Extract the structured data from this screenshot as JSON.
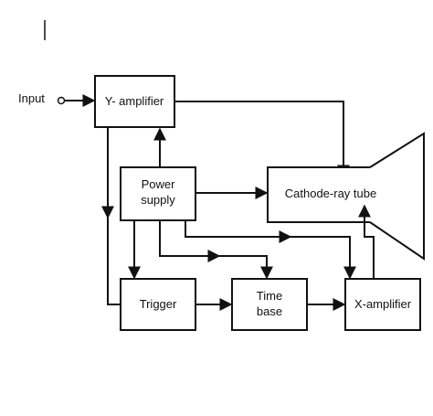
{
  "diagram": {
    "input_label": "Input",
    "blocks": {
      "y_amplifier": "Y- amplifier",
      "power_supply_line1": "Power",
      "power_supply_line2": "supply",
      "crt": "Cathode-ray tube",
      "trigger": "Trigger",
      "time_base_line1": "Time",
      "time_base_line2": "base",
      "x_amplifier": "X-amplifier"
    }
  }
}
